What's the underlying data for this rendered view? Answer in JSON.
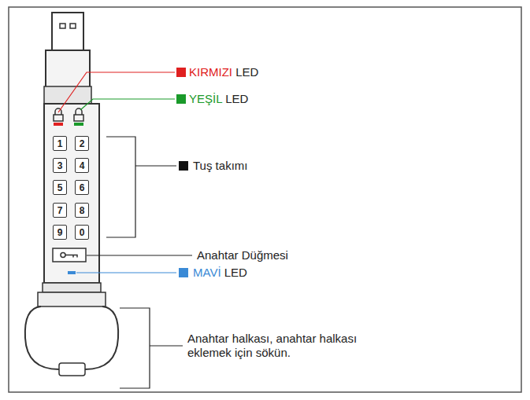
{
  "diagram": {
    "nodes": [
      {
        "text": [
          "1"
        ]
      },
      {
        "text": [
          "2"
        ]
      },
      {
        "text": [
          "3"
        ]
      },
      {
        "text": [
          "4"
        ]
      },
      {
        "text": [
          "5"
        ]
      },
      {
        "text": [
          "6"
        ]
      },
      {
        "text": [
          "7"
        ]
      },
      {
        "text": [
          "8"
        ]
      },
      {
        "text": [
          "9"
        ]
      },
      {
        "text": [
          "0"
        ]
      }
    ],
    "labels": [
      "KIRMIZI LED",
      "YEŞİL LED",
      "Tuş takımı",
      "Anahtar Düğmesi",
      "MAVİ LED",
      "Anahtar halkası, anahtar halkası eklemek için sökün."
    ]
  }
}
